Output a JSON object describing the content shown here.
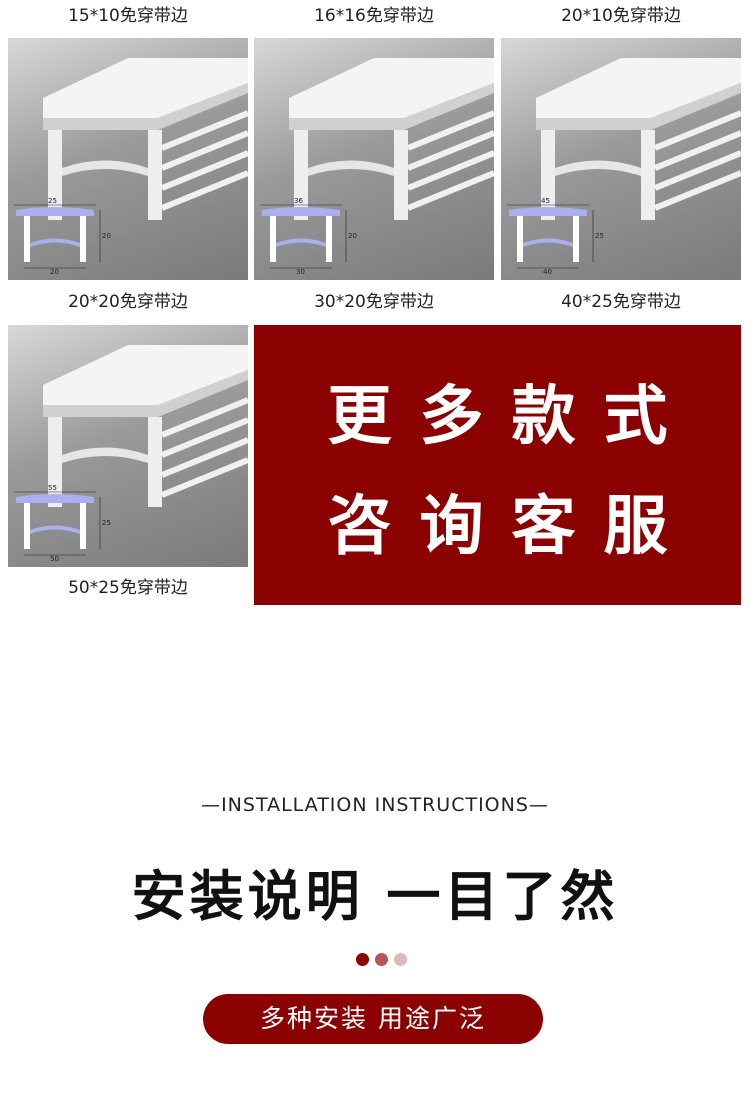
{
  "products": [
    {
      "label": "15*10免穿带边",
      "dims": {
        "top": "25",
        "height": "20",
        "bottom": "20"
      }
    },
    {
      "label": "16*16免穿带边",
      "dims": {
        "top": "36",
        "height": "20",
        "bottom": "30"
      }
    },
    {
      "label": "20*10免穿带边",
      "dims": {
        "top": "45",
        "height": "25",
        "bottom": "40"
      }
    },
    {
      "label": "20*20免穿带边",
      "dims": {
        "top": "55",
        "height": "25",
        "bottom": "50"
      }
    }
  ],
  "extra_labels": [
    "30*20免穿带边",
    "40*25免穿带边",
    "50*25免穿带边"
  ],
  "promo": {
    "line1": "更多款式",
    "line2": "咨询客服",
    "color": "#8b0000"
  },
  "section": {
    "subtitle": "—INSTALLATION INSTRUCTIONS—",
    "title": "安装说明 一目了然",
    "dots": [
      "#8b0000",
      "#b85555",
      "#e0b8b8"
    ],
    "pill": "多种安装 用途广泛"
  }
}
